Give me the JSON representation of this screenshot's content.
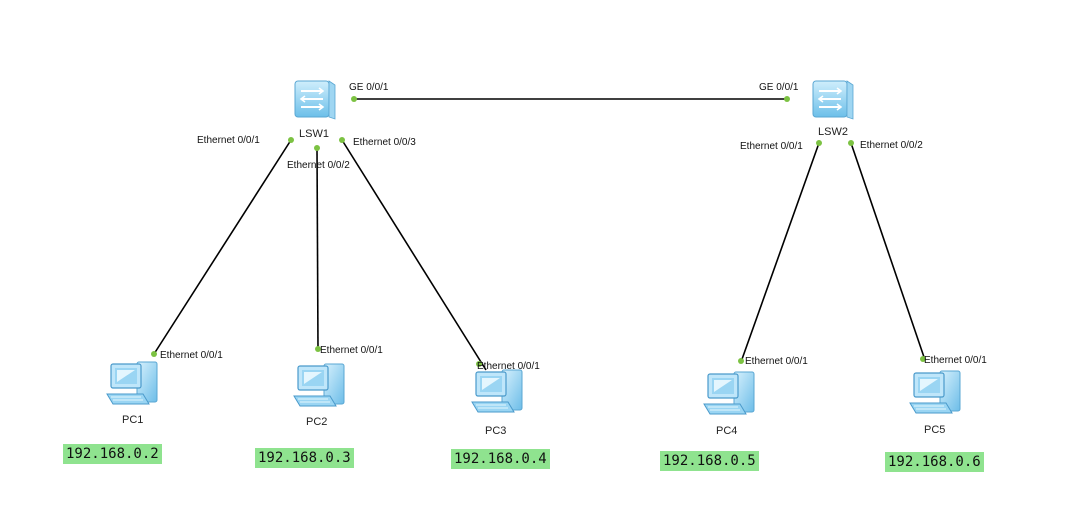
{
  "switches": [
    {
      "id": "lsw1",
      "label": "LSW1"
    },
    {
      "id": "lsw2",
      "label": "LSW2"
    }
  ],
  "pcs": [
    {
      "id": "pc1",
      "label": "PC1",
      "ip": "192.168.0.2"
    },
    {
      "id": "pc2",
      "label": "PC2",
      "ip": "192.168.0.3"
    },
    {
      "id": "pc3",
      "label": "PC3",
      "ip": "192.168.0.4"
    },
    {
      "id": "pc4",
      "label": "PC4",
      "ip": "192.168.0.5"
    },
    {
      "id": "pc5",
      "label": "PC5",
      "ip": "192.168.0.6"
    }
  ],
  "links": [
    {
      "from": "lsw1",
      "to": "lsw2",
      "from_port": "GE 0/0/1",
      "to_port": "GE 0/0/1"
    },
    {
      "from": "lsw1",
      "to": "pc1",
      "from_port": "Ethernet 0/0/1",
      "to_port": "Ethernet 0/0/1"
    },
    {
      "from": "lsw1",
      "to": "pc2",
      "from_port": "Ethernet 0/0/2",
      "to_port": "Ethernet 0/0/1"
    },
    {
      "from": "lsw1",
      "to": "pc3",
      "from_port": "Ethernet 0/0/3",
      "to_port": "Ethernet 0/0/1"
    },
    {
      "from": "lsw2",
      "to": "pc4",
      "from_port": "Ethernet 0/0/1",
      "to_port": "Ethernet 0/0/1"
    },
    {
      "from": "lsw2",
      "to": "pc5",
      "from_port": "Ethernet 0/0/2",
      "to_port": "Ethernet 0/0/1"
    }
  ],
  "colors": {
    "link": "#000000",
    "port_dot": "#7cc242",
    "ip_highlight": "#8fe38f",
    "device": "#7fc6ec"
  }
}
